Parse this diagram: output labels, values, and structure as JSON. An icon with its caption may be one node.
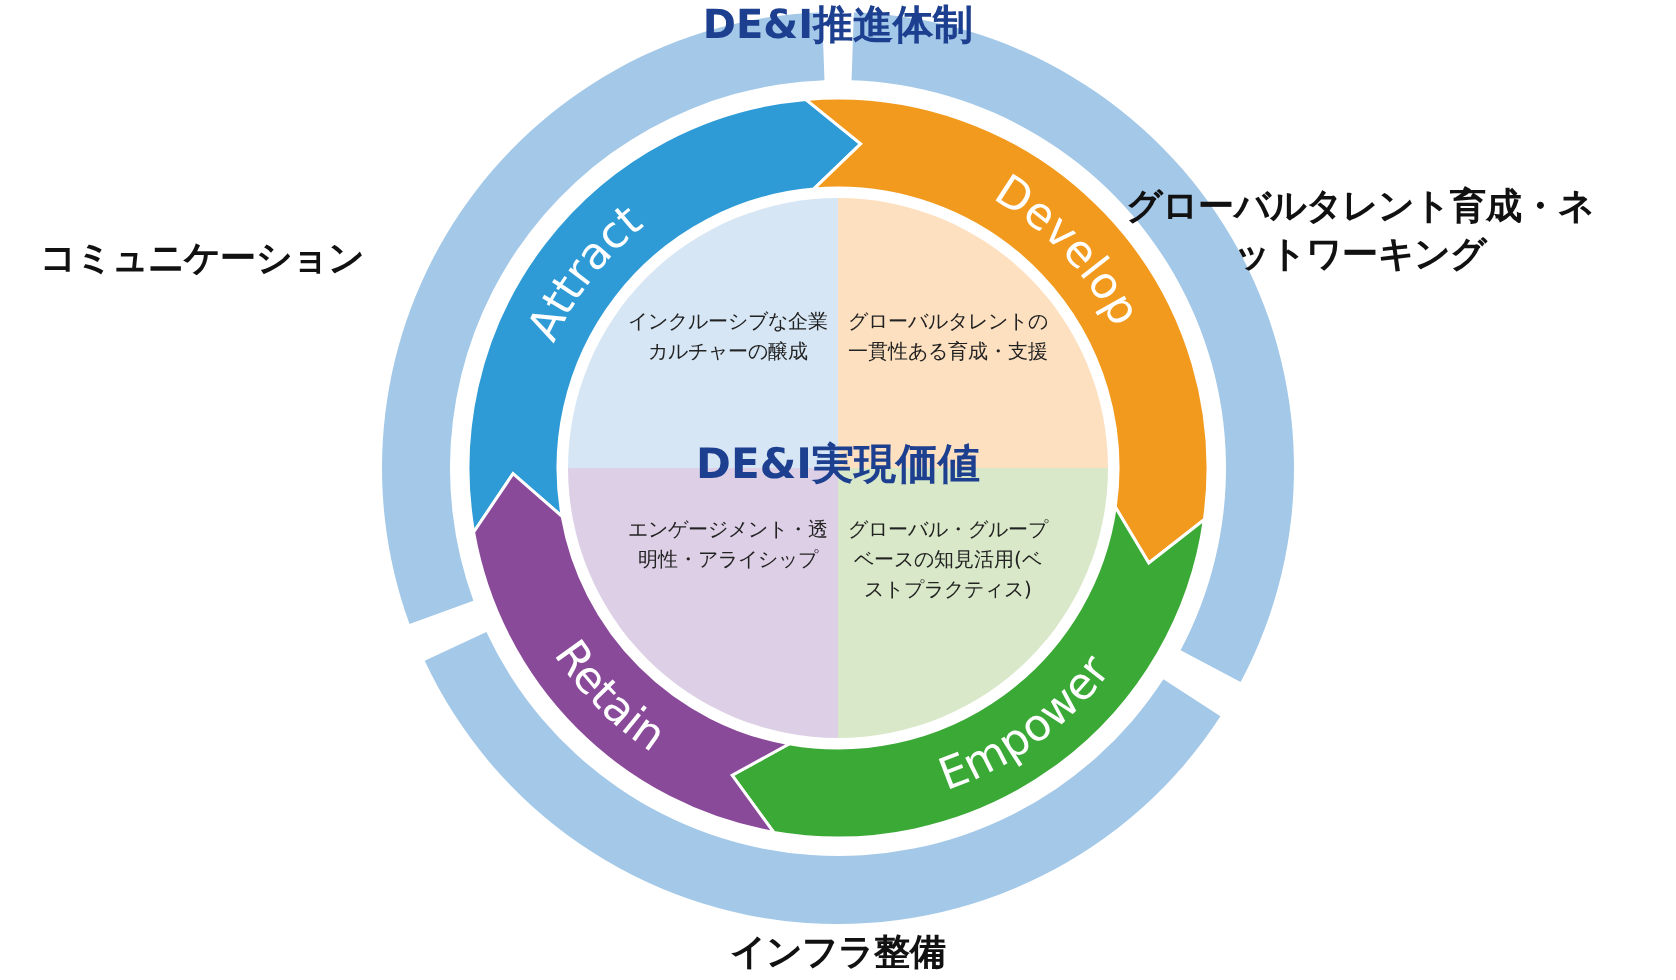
{
  "diagram": {
    "title": "DE&I推進体制",
    "nodes": [
      {
        "text": [
          "コミュニケーション"
        ]
      },
      {
        "text": [
          "グローバルタレント育成・ネットワーキング"
        ]
      },
      {
        "text": [
          "インフラ整備"
        ]
      },
      {
        "text": [
          "Attract"
        ]
      },
      {
        "text": [
          "Develop"
        ]
      },
      {
        "text": [
          "Empower"
        ]
      },
      {
        "text": [
          "Retain"
        ]
      },
      {
        "text": [
          "DE&I実現価値"
        ]
      },
      {
        "text": [
          "インクルーシブな企業カルチャーの醸成"
        ],
        "in": 7
      },
      {
        "text": [
          "グローバルタレントの一貫性ある育成・支援"
        ],
        "in": 7
      },
      {
        "text": [
          "エンゲージメント・透明性・アライシップ"
        ],
        "in": 7
      },
      {
        "text": [
          "グローバル・グループベースの知見活用(ベストプラクティス)"
        ],
        "in": 7
      }
    ]
  }
}
